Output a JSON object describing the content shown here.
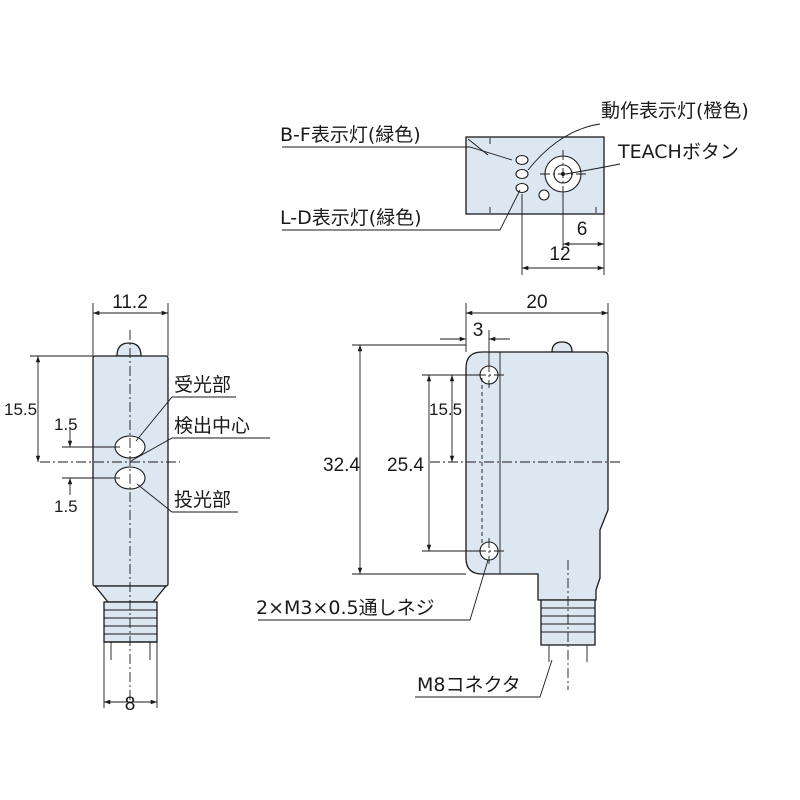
{
  "top_view": {
    "bf_indicator": "B-F表示灯(緑色)",
    "ld_indicator": "L-D表示灯(緑色)",
    "operation_indicator": "動作表示灯(橙色)",
    "teach_button": "TEACHボタン",
    "dim_6": "6",
    "dim_12": "12"
  },
  "side_view": {
    "dim_width": "11.2",
    "dim_15_5": "15.5",
    "dim_1_5_top": "1.5",
    "dim_1_5_bottom": "1.5",
    "dim_8": "8",
    "receiver": "受光部",
    "detection_center": "検出中心",
    "emitter": "投光部"
  },
  "front_view": {
    "dim_20": "20",
    "dim_3": "3",
    "dim_15_5": "15.5",
    "dim_32_4": "32.4",
    "dim_25_4": "25.4",
    "screw_holes": "2×M3×0.5通しネジ",
    "connector": "M8コネクタ"
  }
}
